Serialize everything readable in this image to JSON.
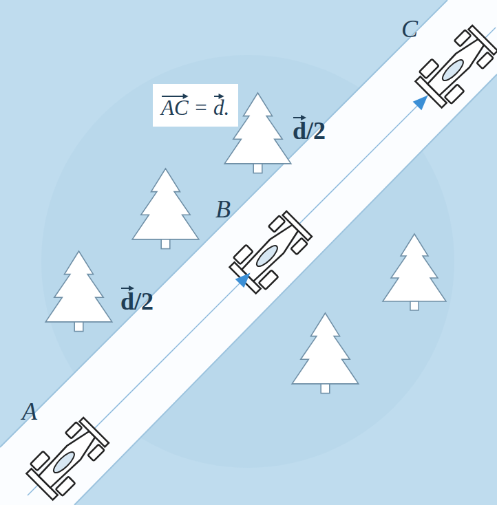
{
  "diagram": {
    "nodes": [
      {
        "text": [
          "AC = d."
        ]
      }
    ],
    "labels": [
      "C",
      "d/2",
      "B",
      "d/2",
      "A"
    ]
  }
}
